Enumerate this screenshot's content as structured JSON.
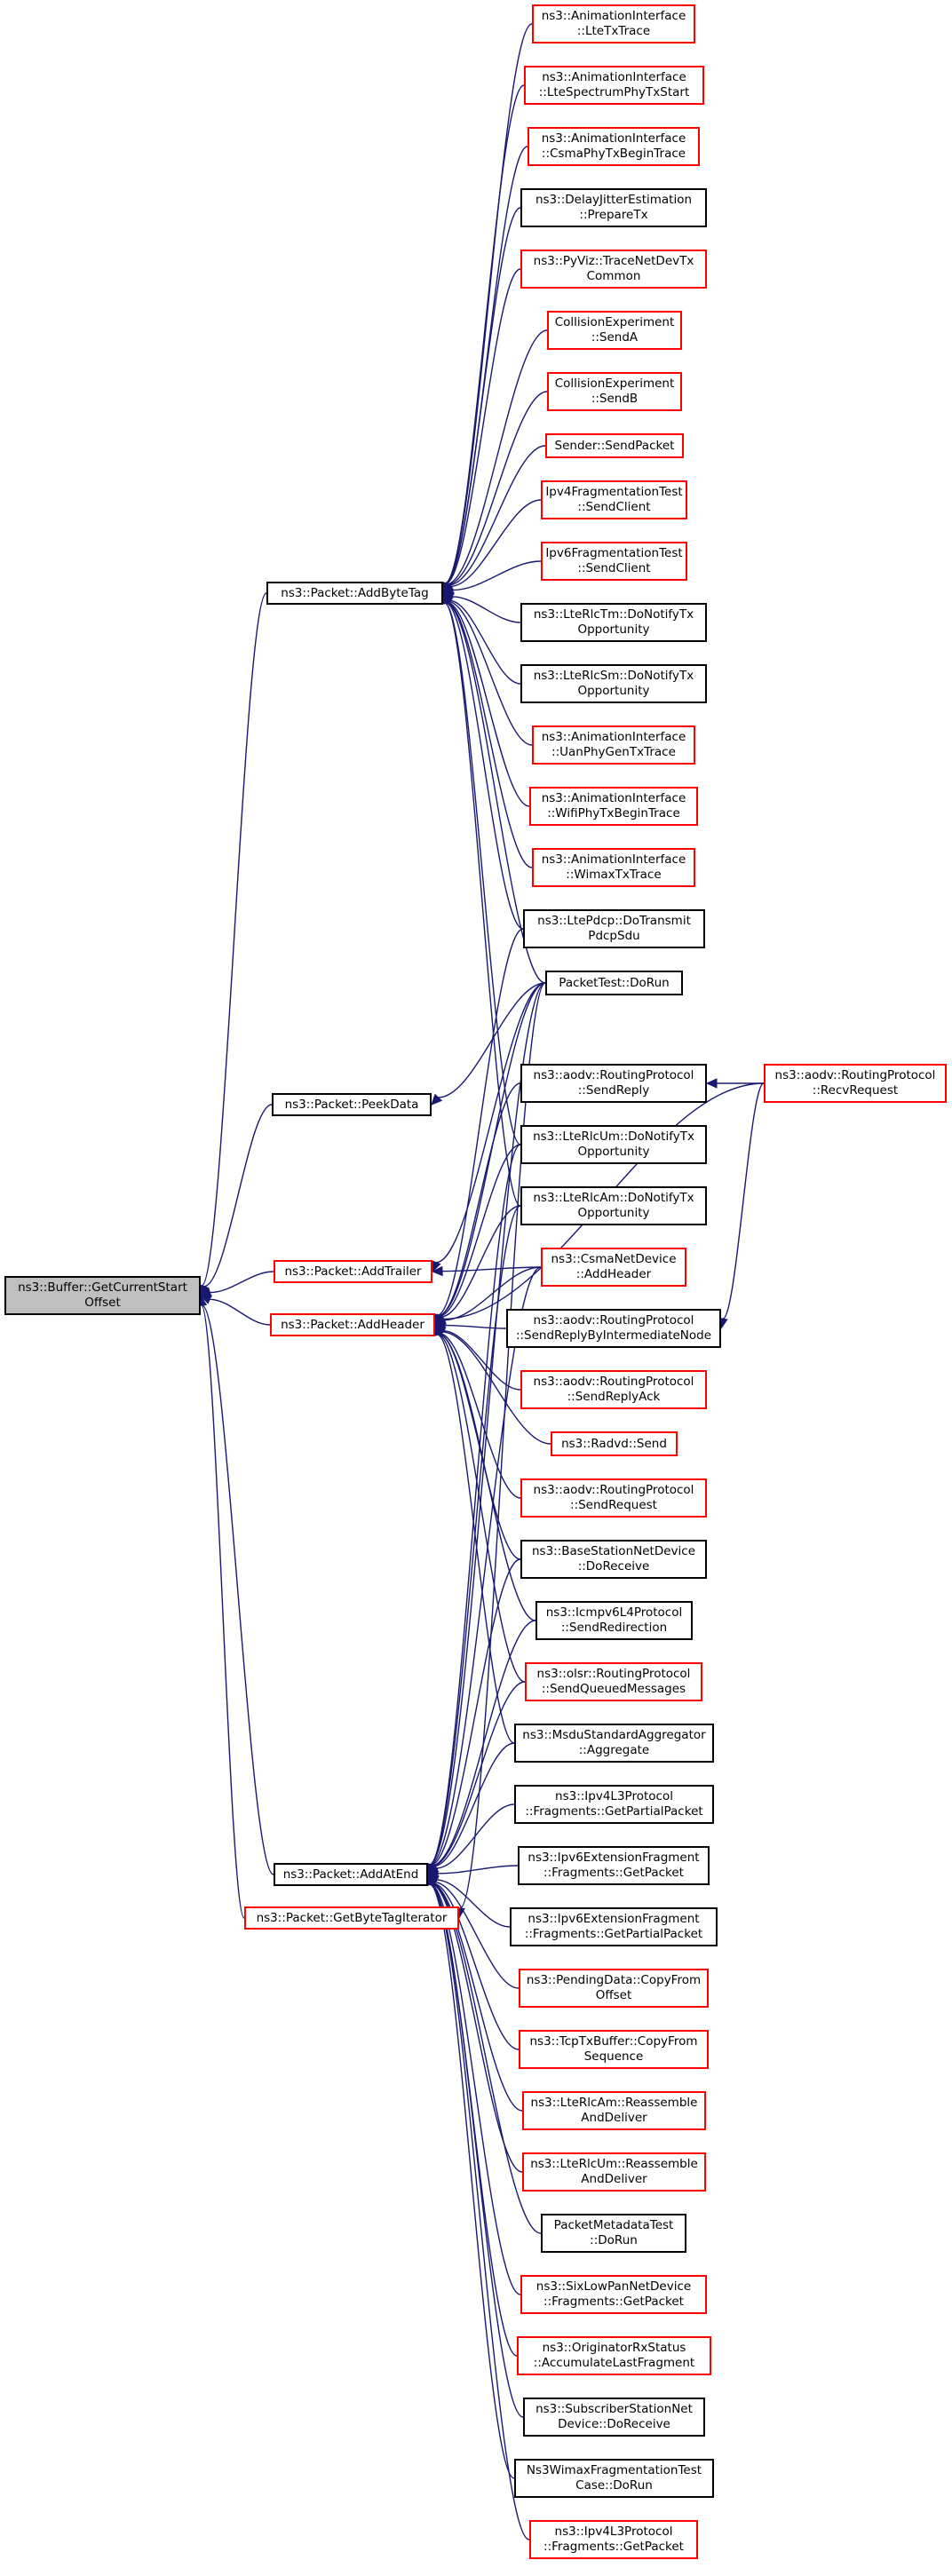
{
  "colors": {
    "edge": "#191970",
    "border_default": "#000000",
    "border_red": "#ff0000",
    "root_fill": "#bfbfbf"
  },
  "nodes": {
    "root": {
      "label": "ns3::Buffer::GetCurrentStart\nOffset",
      "border": "black"
    },
    "add_byte_tag": {
      "label": "ns3::Packet::AddByteTag",
      "border": "black"
    },
    "peek_data": {
      "label": "ns3::Packet::PeekData",
      "border": "black"
    },
    "add_trailer": {
      "label": "ns3::Packet::AddTrailer",
      "border": "red"
    },
    "add_header": {
      "label": "ns3::Packet::AddHeader",
      "border": "red"
    },
    "add_at_end": {
      "label": "ns3::Packet::AddAtEnd",
      "border": "black"
    },
    "get_byte_tag_iterator": {
      "label": "ns3::Packet::GetByteTagIterator",
      "border": "red"
    },
    "anim_lte_tx": {
      "label": "ns3::AnimationInterface\n::LteTxTrace",
      "border": "red"
    },
    "anim_lte_spectrum": {
      "label": "ns3::AnimationInterface\n::LteSpectrumPhyTxStart",
      "border": "red"
    },
    "anim_csma": {
      "label": "ns3::AnimationInterface\n::CsmaPhyTxBeginTrace",
      "border": "red"
    },
    "delay_jitter": {
      "label": "ns3::DelayJitterEstimation\n::PrepareTx",
      "border": "black"
    },
    "pyviz": {
      "label": "ns3::PyViz::TraceNetDevTx\nCommon",
      "border": "red"
    },
    "collision_a": {
      "label": "CollisionExperiment\n::SendA",
      "border": "red"
    },
    "collision_b": {
      "label": "CollisionExperiment\n::SendB",
      "border": "red"
    },
    "sender_send": {
      "label": "Sender::SendPacket",
      "border": "red"
    },
    "ipv4_frag_test": {
      "label": "Ipv4FragmentationTest\n::SendClient",
      "border": "red"
    },
    "ipv6_frag_test": {
      "label": "Ipv6FragmentationTest\n::SendClient",
      "border": "red"
    },
    "lte_rlc_tm": {
      "label": "ns3::LteRlcTm::DoNotifyTx\nOpportunity",
      "border": "black"
    },
    "lte_rlc_sm": {
      "label": "ns3::LteRlcSm::DoNotifyTx\nOpportunity",
      "border": "black"
    },
    "anim_uan": {
      "label": "ns3::AnimationInterface\n::UanPhyGenTxTrace",
      "border": "red"
    },
    "anim_wifi": {
      "label": "ns3::AnimationInterface\n::WifiPhyTxBeginTrace",
      "border": "red"
    },
    "anim_wimax": {
      "label": "ns3::AnimationInterface\n::WimaxTxTrace",
      "border": "red"
    },
    "lte_pdcp": {
      "label": "ns3::LtePdcp::DoTransmit\nPdcpSdu",
      "border": "black"
    },
    "packet_test": {
      "label": "PacketTest::DoRun",
      "border": "black"
    },
    "aodv_send_reply": {
      "label": "ns3::aodv::RoutingProtocol\n::SendReply",
      "border": "black"
    },
    "aodv_recv_request": {
      "label": "ns3::aodv::RoutingProtocol\n::RecvRequest",
      "border": "red"
    },
    "lte_rlc_um_tx": {
      "label": "ns3::LteRlcUm::DoNotifyTx\nOpportunity",
      "border": "black"
    },
    "lte_rlc_am_tx": {
      "label": "ns3::LteRlcAm::DoNotifyTx\nOpportunity",
      "border": "black"
    },
    "csma_add_header": {
      "label": "ns3::CsmaNetDevice\n::AddHeader",
      "border": "red"
    },
    "aodv_reply_intermediate": {
      "label": "ns3::aodv::RoutingProtocol\n::SendReplyByIntermediateNode",
      "border": "black"
    },
    "aodv_reply_ack": {
      "label": "ns3::aodv::RoutingProtocol\n::SendReplyAck",
      "border": "red"
    },
    "radvd_send": {
      "label": "ns3::Radvd::Send",
      "border": "red"
    },
    "aodv_send_request": {
      "label": "ns3::aodv::RoutingProtocol\n::SendRequest",
      "border": "red"
    },
    "bs_netdevice": {
      "label": "ns3::BaseStationNetDevice\n::DoReceive",
      "border": "black"
    },
    "icmpv6_redirect": {
      "label": "ns3::Icmpv6L4Protocol\n::SendRedirection",
      "border": "black"
    },
    "olsr_queued": {
      "label": "ns3::olsr::RoutingProtocol\n::SendQueuedMessages",
      "border": "red"
    },
    "msdu_aggregate": {
      "label": "ns3::MsduStandardAggregator\n::Aggregate",
      "border": "black"
    },
    "ipv4l3_partial": {
      "label": "ns3::Ipv4L3Protocol\n::Fragments::GetPartialPacket",
      "border": "black"
    },
    "ipv6ext_get": {
      "label": "ns3::Ipv6ExtensionFragment\n::Fragments::GetPacket",
      "border": "black"
    },
    "ipv6ext_partial": {
      "label": "ns3::Ipv6ExtensionFragment\n::Fragments::GetPartialPacket",
      "border": "black"
    },
    "pending_copy": {
      "label": "ns3::PendingData::CopyFrom\nOffset",
      "border": "red"
    },
    "tcp_copy": {
      "label": "ns3::TcpTxBuffer::CopyFrom\nSequence",
      "border": "red"
    },
    "lte_rlc_am_reassemble": {
      "label": "ns3::LteRlcAm::Reassemble\nAndDeliver",
      "border": "red"
    },
    "lte_rlc_um_reassemble": {
      "label": "ns3::LteRlcUm::Reassemble\nAndDeliver",
      "border": "red"
    },
    "packet_metadata_test": {
      "label": "PacketMetadataTest\n::DoRun",
      "border": "black"
    },
    "sixlowpan": {
      "label": "ns3::SixLowPanNetDevice\n::Fragments::GetPacket",
      "border": "red"
    },
    "originator_rx": {
      "label": "ns3::OriginatorRxStatus\n::AccumulateLastFragment",
      "border": "red"
    },
    "ss_netdevice": {
      "label": "ns3::SubscriberStationNet\nDevice::DoReceive",
      "border": "black"
    },
    "wimax_frag_test": {
      "label": "Ns3WimaxFragmentationTest\nCase::DoRun",
      "border": "black"
    },
    "ipv4l3_get": {
      "label": "ns3::Ipv4L3Protocol\n::Fragments::GetPacket",
      "border": "red"
    }
  },
  "edges": [
    [
      "add_byte_tag",
      "root"
    ],
    [
      "peek_data",
      "root"
    ],
    [
      "add_trailer",
      "root"
    ],
    [
      "add_header",
      "root"
    ],
    [
      "add_at_end",
      "root"
    ],
    [
      "get_byte_tag_iterator",
      "root"
    ],
    [
      "anim_lte_tx",
      "add_byte_tag"
    ],
    [
      "anim_lte_spectrum",
      "add_byte_tag"
    ],
    [
      "anim_csma",
      "add_byte_tag"
    ],
    [
      "delay_jitter",
      "add_byte_tag"
    ],
    [
      "pyviz",
      "add_byte_tag"
    ],
    [
      "collision_a",
      "add_byte_tag"
    ],
    [
      "collision_b",
      "add_byte_tag"
    ],
    [
      "sender_send",
      "add_byte_tag"
    ],
    [
      "ipv4_frag_test",
      "add_byte_tag"
    ],
    [
      "ipv6_frag_test",
      "add_byte_tag"
    ],
    [
      "lte_rlc_tm",
      "add_byte_tag"
    ],
    [
      "lte_rlc_sm",
      "add_byte_tag"
    ],
    [
      "anim_uan",
      "add_byte_tag"
    ],
    [
      "anim_wifi",
      "add_byte_tag"
    ],
    [
      "anim_wimax",
      "add_byte_tag"
    ],
    [
      "lte_pdcp",
      "add_byte_tag"
    ],
    [
      "packet_test",
      "add_byte_tag"
    ],
    [
      "lte_rlc_um_tx",
      "add_byte_tag"
    ],
    [
      "lte_rlc_am_tx",
      "add_byte_tag"
    ],
    [
      "packet_test",
      "peek_data"
    ],
    [
      "packet_test",
      "add_trailer"
    ],
    [
      "csma_add_header",
      "add_trailer"
    ],
    [
      "aodv_recv_request",
      "aodv_send_reply"
    ],
    [
      "aodv_recv_request",
      "aodv_reply_intermediate"
    ],
    [
      "aodv_send_reply",
      "add_header"
    ],
    [
      "aodv_reply_intermediate",
      "add_header"
    ],
    [
      "aodv_reply_ack",
      "add_header"
    ],
    [
      "radvd_send",
      "add_header"
    ],
    [
      "aodv_send_request",
      "add_header"
    ],
    [
      "bs_netdevice",
      "add_header"
    ],
    [
      "icmpv6_redirect",
      "add_header"
    ],
    [
      "olsr_queued",
      "add_header"
    ],
    [
      "msdu_aggregate",
      "add_header"
    ],
    [
      "csma_add_header",
      "add_header"
    ],
    [
      "lte_rlc_um_tx",
      "add_header"
    ],
    [
      "lte_rlc_am_tx",
      "add_header"
    ],
    [
      "lte_pdcp",
      "add_header"
    ],
    [
      "packet_test",
      "add_header"
    ],
    [
      "aodv_recv_request",
      "add_header"
    ],
    [
      "ipv4l3_partial",
      "add_at_end"
    ],
    [
      "ipv6ext_get",
      "add_at_end"
    ],
    [
      "ipv6ext_partial",
      "add_at_end"
    ],
    [
      "pending_copy",
      "add_at_end"
    ],
    [
      "tcp_copy",
      "add_at_end"
    ],
    [
      "lte_rlc_am_reassemble",
      "add_at_end"
    ],
    [
      "lte_rlc_um_reassemble",
      "add_at_end"
    ],
    [
      "packet_metadata_test",
      "add_at_end"
    ],
    [
      "sixlowpan",
      "add_at_end"
    ],
    [
      "originator_rx",
      "add_at_end"
    ],
    [
      "ss_netdevice",
      "add_at_end"
    ],
    [
      "wimax_frag_test",
      "add_at_end"
    ],
    [
      "ipv4l3_get",
      "add_at_end"
    ],
    [
      "msdu_aggregate",
      "add_at_end"
    ],
    [
      "olsr_queued",
      "add_at_end"
    ],
    [
      "bs_netdevice",
      "add_at_end"
    ],
    [
      "icmpv6_redirect",
      "add_at_end"
    ],
    [
      "csma_add_header",
      "add_at_end"
    ],
    [
      "packet_test",
      "add_at_end"
    ],
    [
      "lte_rlc_am_tx",
      "add_at_end"
    ],
    [
      "lte_rlc_um_tx",
      "add_at_end"
    ],
    [
      "packet_test",
      "get_byte_tag_iterator"
    ]
  ]
}
